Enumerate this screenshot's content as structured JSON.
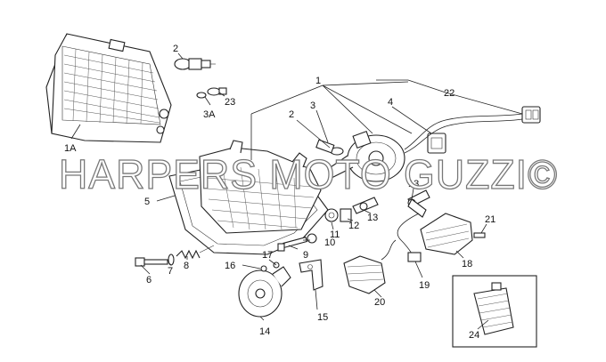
{
  "diagram": {
    "callouts": [
      {
        "id": "c1",
        "text": "1"
      },
      {
        "id": "c1A",
        "text": "1A"
      },
      {
        "id": "c2a",
        "text": "2"
      },
      {
        "id": "c2b",
        "text": "2"
      },
      {
        "id": "c3",
        "text": "3"
      },
      {
        "id": "c3A",
        "text": "3A"
      },
      {
        "id": "c4",
        "text": "4"
      },
      {
        "id": "c5",
        "text": "5"
      },
      {
        "id": "c6",
        "text": "6"
      },
      {
        "id": "c7",
        "text": "7"
      },
      {
        "id": "c8",
        "text": "8"
      },
      {
        "id": "c9",
        "text": "9"
      },
      {
        "id": "c10",
        "text": "10"
      },
      {
        "id": "c11",
        "text": "11"
      },
      {
        "id": "c12",
        "text": "12"
      },
      {
        "id": "c13a",
        "text": "13"
      },
      {
        "id": "c13b",
        "text": "13"
      },
      {
        "id": "c14",
        "text": "14"
      },
      {
        "id": "c15",
        "text": "15"
      },
      {
        "id": "c16",
        "text": "16"
      },
      {
        "id": "c17",
        "text": "17"
      },
      {
        "id": "c18",
        "text": "18"
      },
      {
        "id": "c19",
        "text": "19"
      },
      {
        "id": "c20",
        "text": "20"
      },
      {
        "id": "c21",
        "text": "21"
      },
      {
        "id": "c22",
        "text": "22"
      },
      {
        "id": "c23",
        "text": "23"
      },
      {
        "id": "c24",
        "text": "24"
      }
    ]
  },
  "watermark": {
    "text": "HARPERS MOTO GUZZI©",
    "stroke_color": "#777777"
  }
}
